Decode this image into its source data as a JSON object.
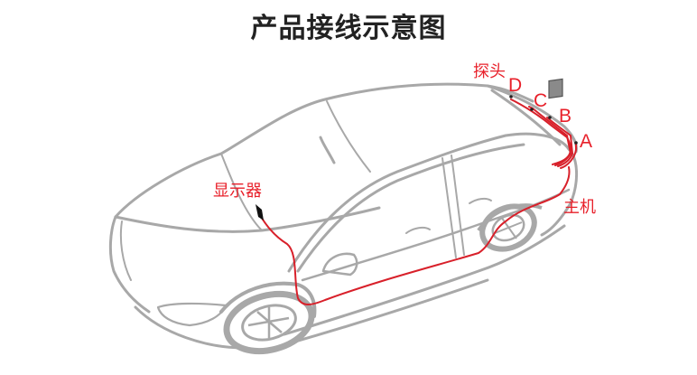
{
  "title": "产品接线示意图",
  "labels": {
    "probe": "探头",
    "display": "显示器",
    "host": "主机",
    "sensor_a": "A",
    "sensor_b": "B",
    "sensor_c": "C",
    "sensor_d": "D"
  },
  "colors": {
    "title": "#222222",
    "label_red": "#e8202a",
    "wire_red": "#d8202a",
    "car_outline": "#a8a8a8",
    "background": "#ffffff"
  }
}
